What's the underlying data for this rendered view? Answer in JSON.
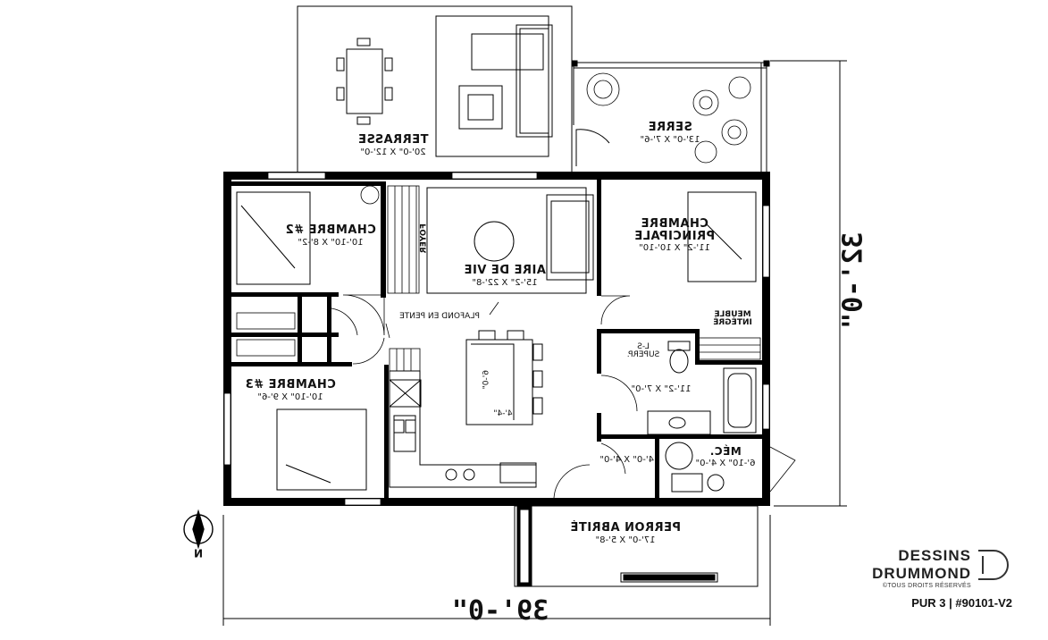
{
  "rooms": {
    "terrasse": {
      "name": "TERRASSE",
      "dims": "20'-0\" X 12'-0\""
    },
    "serre": {
      "name": "SERRE",
      "dims": "13'-0\" X 7'-6\""
    },
    "chambre2": {
      "name": "CHAMBRE #2",
      "dims": "10'-10\" X 8'-2\""
    },
    "foyer": {
      "name": "FOYER"
    },
    "aire_de_vie": {
      "name": "AIRE DE VIE",
      "dims": "15'-2\" X 22'-8\""
    },
    "chambre_principale": {
      "name_line1": "CHAMBRE",
      "name_line2": "PRINCIPALE",
      "dims": "11'-2\" X 10'-10\""
    },
    "plafond": {
      "label": "PLAFOND EN PENTE"
    },
    "meuble": {
      "line1": "MEUBLE",
      "line2": "INTÉGRÉ"
    },
    "superp": {
      "line1": "L-S",
      "line2": "SUPERP."
    },
    "bain": {
      "dims": "11'-2\" X 7'-0\""
    },
    "ilot": {
      "dim_a": "6'-0\"",
      "dim_b": "4'-4\""
    },
    "chambre3": {
      "name": "CHAMBRE #3",
      "dims": "10'-10\" X 9'-6\""
    },
    "rangement": {
      "dims": "4'-0\" X 4'-0\""
    },
    "mec": {
      "name": "MÉC.",
      "dims": "6'-10\" X 4'-0\""
    },
    "perron": {
      "name": "PERRON ABRITÉ",
      "dims": "17'-0\" X 5'-8\""
    }
  },
  "dimensions": {
    "width": "39'-0\"",
    "depth": "32'-0\""
  },
  "compass": {
    "label": "N"
  },
  "brand": {
    "line1": "DESSINS",
    "line2": "DRUMMOND",
    "rights": "©TOUS DROITS RÉSERVÉS",
    "plan_code": "PUR 3 | #90101-V2"
  }
}
